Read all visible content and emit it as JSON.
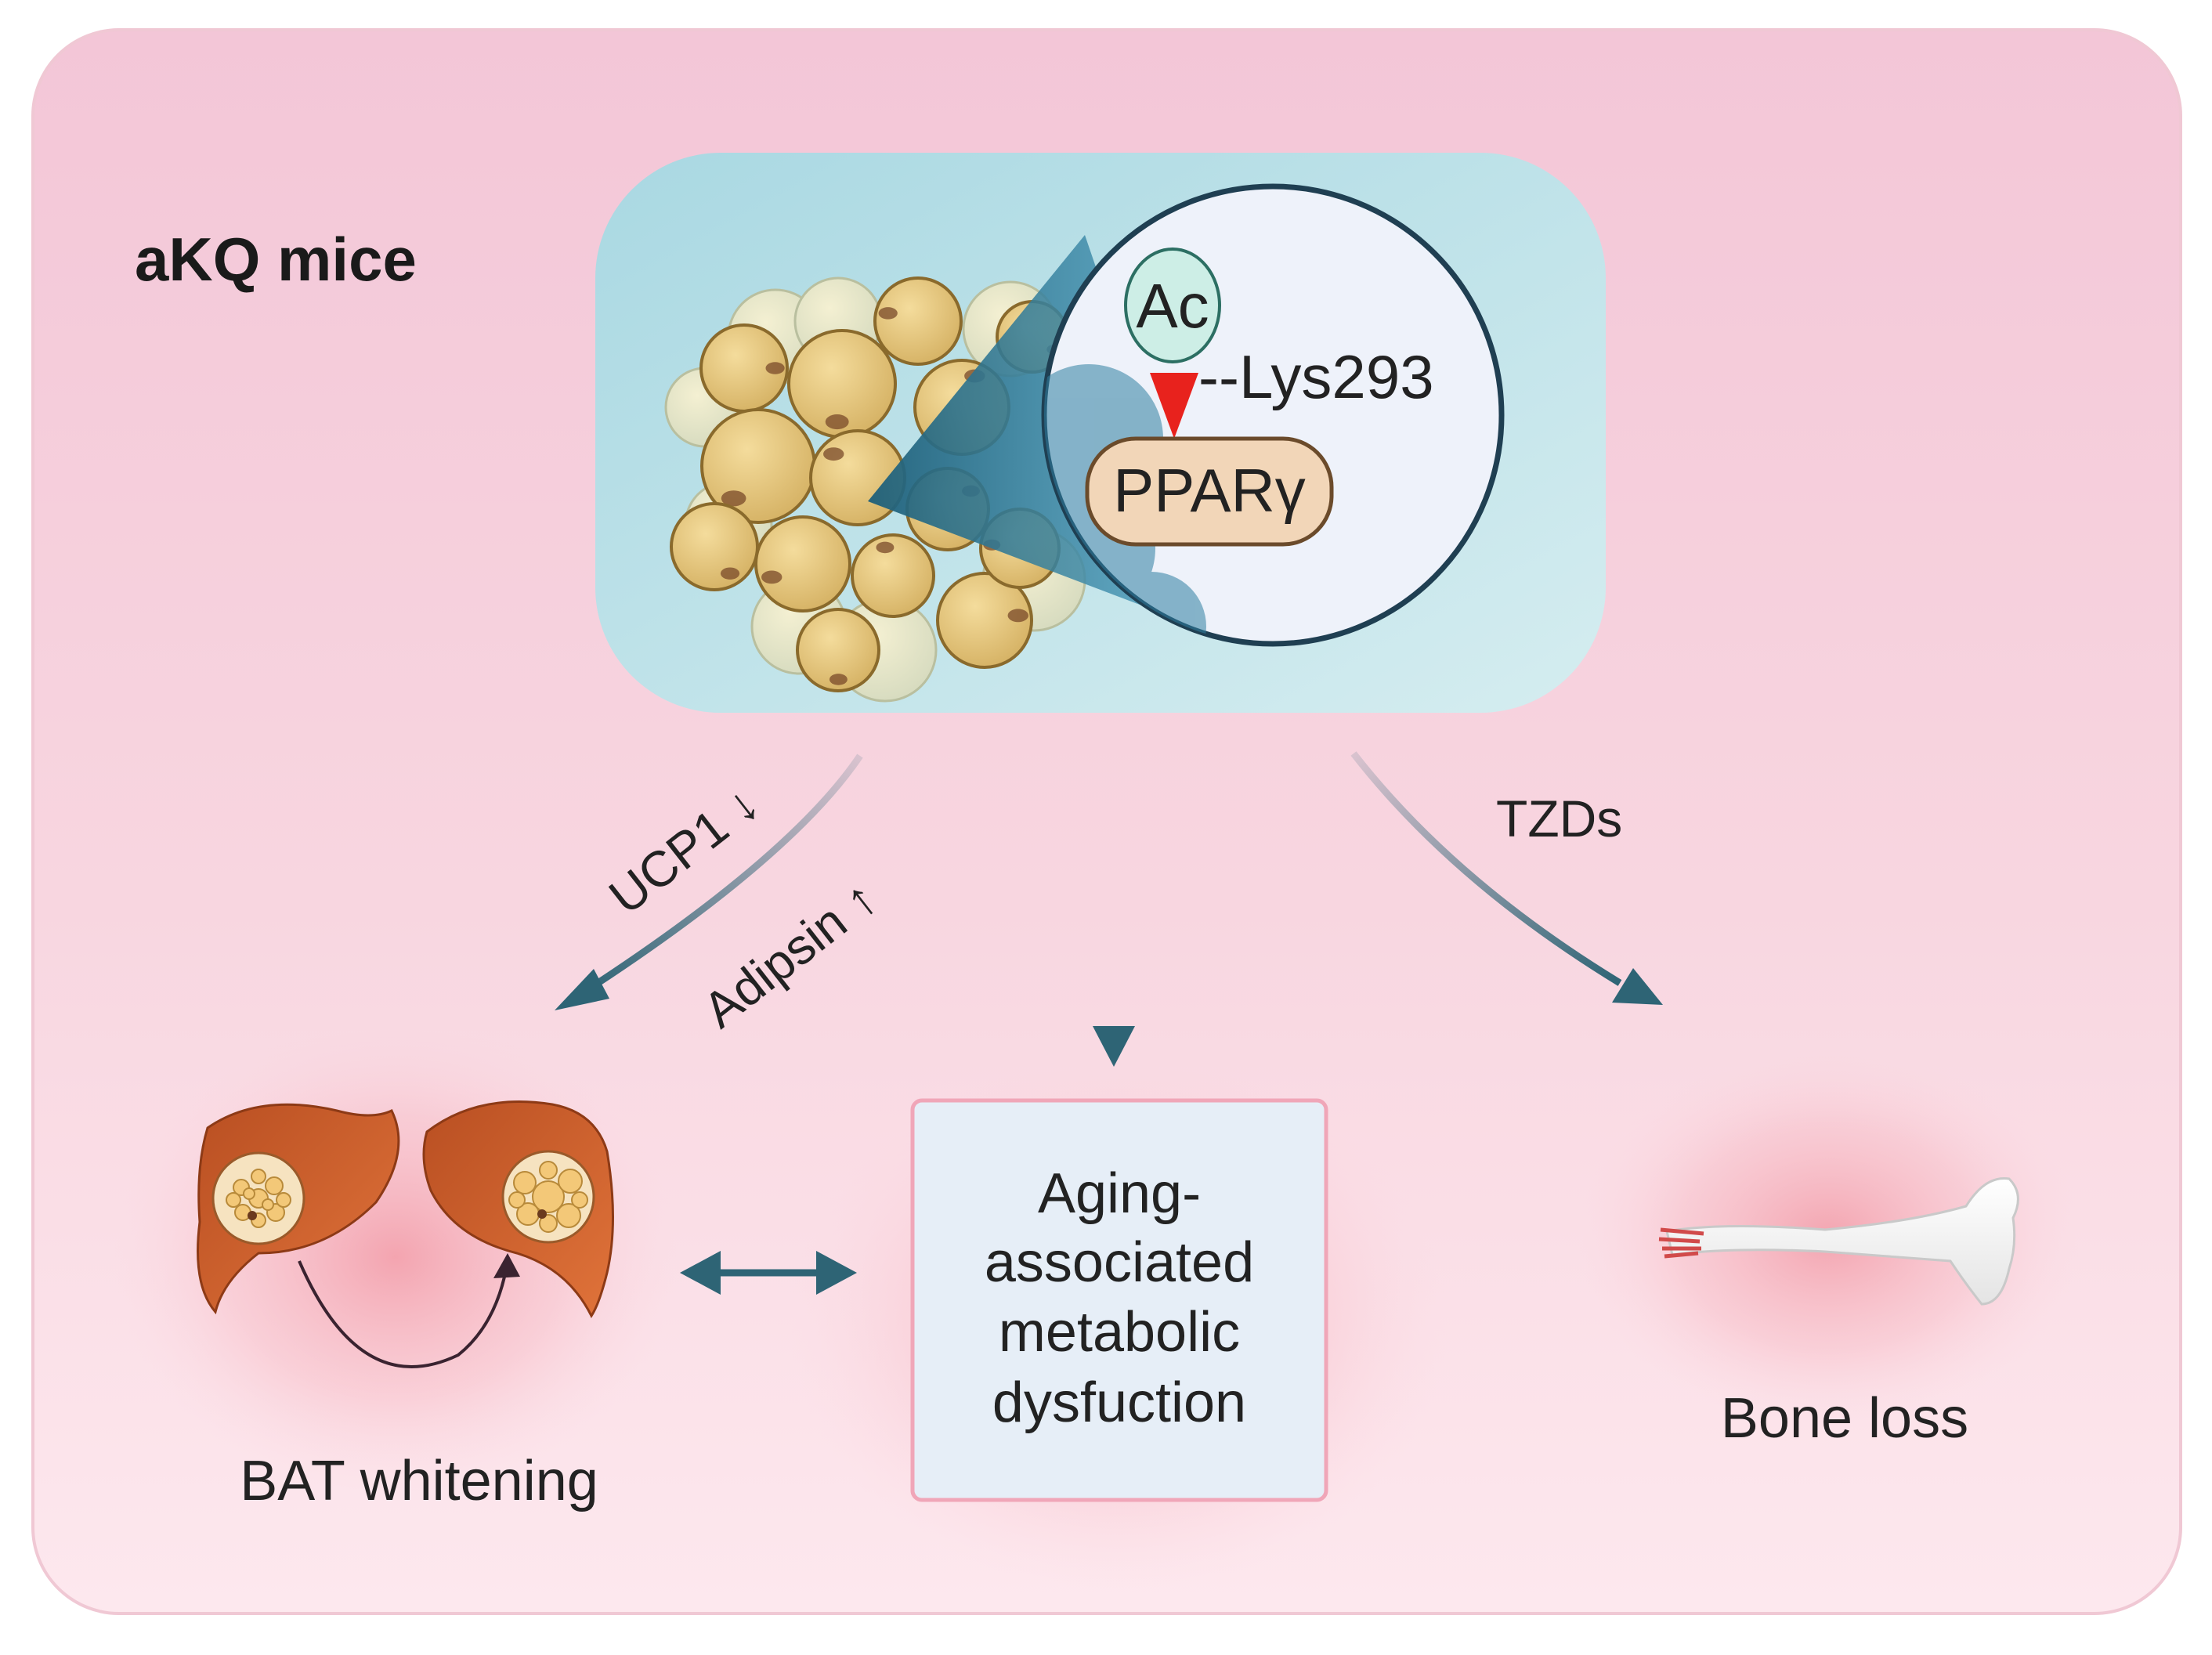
{
  "title": "aKQ mice",
  "inset": {
    "acetyl_label": "Ac",
    "residue_label": "--Lys293",
    "protein_label": "PPARγ"
  },
  "arrows": {
    "left_label_1": "UCP1 ↓",
    "left_label_2": "Adipsin ↑",
    "right_label": "TZDs"
  },
  "outcomes": {
    "bat": "BAT whitening",
    "center_lines": [
      "Aging-",
      "associated",
      "metabolic",
      "dysfuction"
    ],
    "bone": "Bone loss"
  },
  "colors": {
    "background_top": "#f3c6d7",
    "background_bottom": "#fde8ee",
    "arrow": "#2e6475",
    "accent_red": "#e8221d",
    "box_fill": "#e6eef7",
    "box_border": "#f0a6b8",
    "protein_fill": "#f2d6b8",
    "acetyl_fill": "#cdeee6",
    "tissue_panel": "#bfe2e8",
    "lobe": "#cf5e2c"
  },
  "icons": [
    "adipose-tissue-icon",
    "magnifier-circle-icon",
    "brown-fat-lobes-icon",
    "bone-icon"
  ]
}
